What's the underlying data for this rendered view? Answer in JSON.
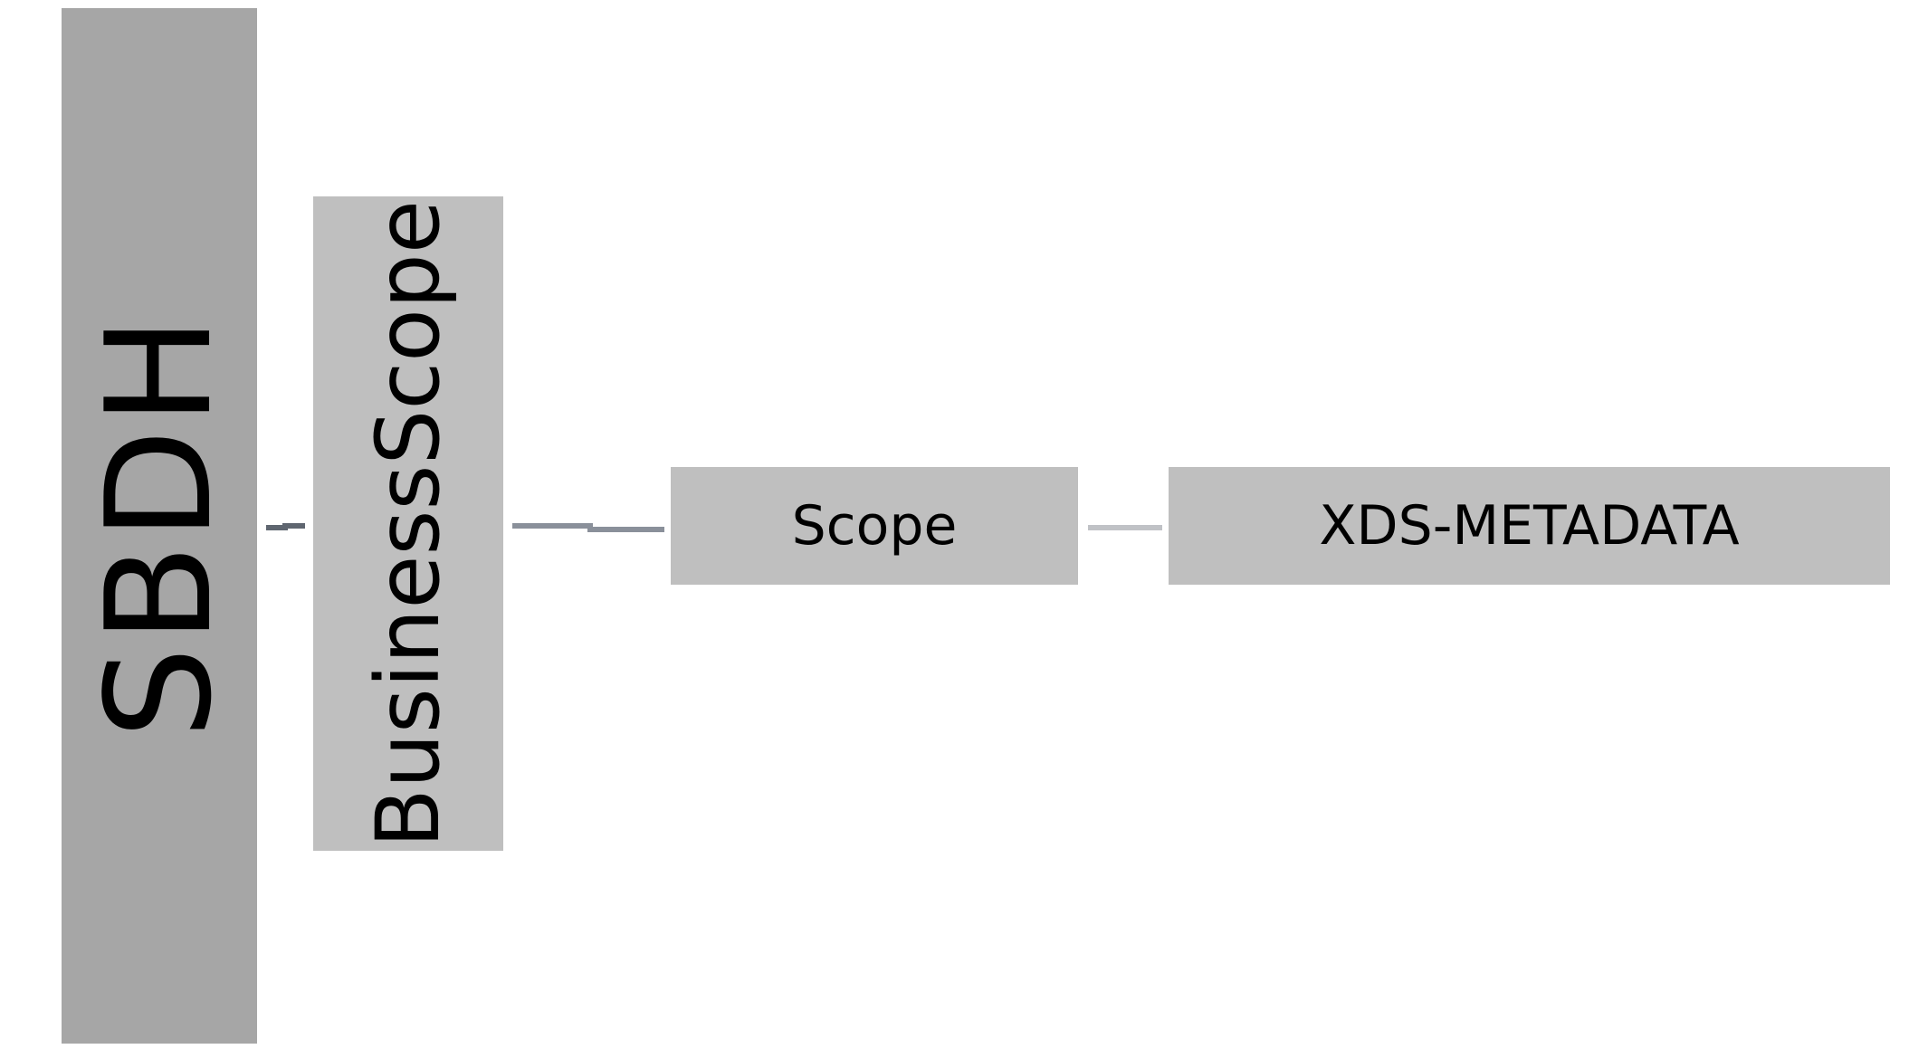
{
  "diagram": {
    "nodes": [
      {
        "id": "sbdh",
        "label": "SBDH",
        "orientation": "vertical",
        "fill": "#a6a6a6"
      },
      {
        "id": "business_scope",
        "label": "BusinessScope",
        "orientation": "vertical",
        "fill": "#bfbfbf"
      },
      {
        "id": "scope",
        "label": "Scope",
        "orientation": "horizontal",
        "fill": "#bfbfbf"
      },
      {
        "id": "xds_metadata",
        "label": "XDS-METADATA",
        "orientation": "horizontal",
        "fill": "#bfbfbf"
      }
    ],
    "edges": [
      {
        "from": "sbdh",
        "to": "business_scope",
        "color": "#5f6670"
      },
      {
        "from": "business_scope",
        "to": "scope",
        "color": "#8a909a"
      },
      {
        "from": "scope",
        "to": "xds_metadata",
        "color": "#c0c2c6"
      }
    ]
  }
}
